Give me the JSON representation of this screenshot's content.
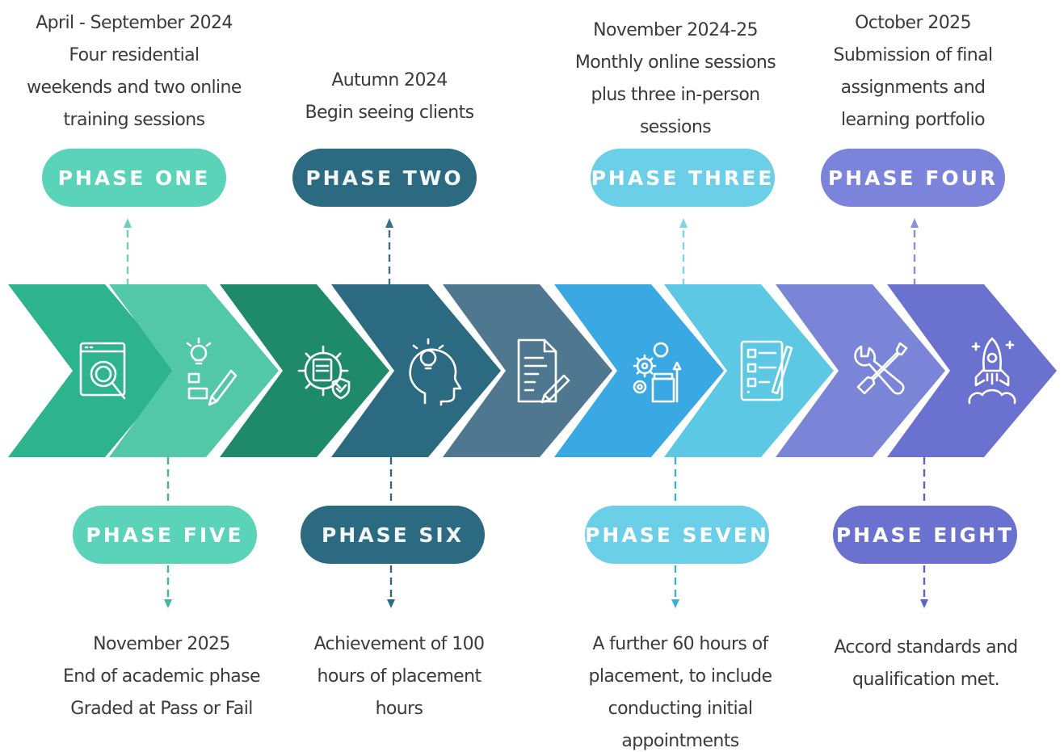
{
  "colors": {
    "chevrons": [
      "#2eb38f",
      "#53c8a8",
      "#1f8a6a",
      "#2c6a82",
      "#4f7890",
      "#3aa8e2",
      "#5cc8e4",
      "#7b85d8",
      "#6b71cf"
    ],
    "connectors": [
      "#6fd0c0",
      "#3d6f88",
      "#7fd4ea",
      "#8a90dc",
      "#3fb79c",
      "#2f6a80",
      "#3bb3d0",
      "#5b63c8"
    ]
  },
  "phases_top": [
    {
      "label": "PHASE ONE",
      "pill_color": "#5bd3b8",
      "dark": false,
      "description": [
        "April - September 2024",
        "Four residential",
        "weekends and two online",
        "training sessions"
      ]
    },
    {
      "label": "PHASE TWO",
      "pill_color": "#2c6a82",
      "dark": true,
      "description": [
        "Autumn 2024",
        "Begin seeing clients"
      ]
    },
    {
      "label": "PHASE THREE",
      "pill_color": "#6ccfe8",
      "dark": false,
      "description": [
        "November 2024-25",
        "Monthly online sessions",
        "plus three in-person",
        "sessions"
      ]
    },
    {
      "label": "PHASE FOUR",
      "pill_color": "#7c83db",
      "dark": false,
      "description": [
        "October 2025",
        "Submission of final",
        "assignments and",
        "learning portfolio"
      ]
    }
  ],
  "phases_bottom": [
    {
      "label": "PHASE FIVE",
      "pill_color": "#5bd3b8",
      "dark": false,
      "description": [
        "November 2025",
        "End of academic phase",
        "Graded at Pass or Fail"
      ]
    },
    {
      "label": "PHASE SIX",
      "pill_color": "#2c6a82",
      "dark": true,
      "description": [
        "Achievement of 100",
        "hours of placement",
        "hours"
      ]
    },
    {
      "label": "PHASE SEVEN",
      "pill_color": "#6ccfe8",
      "dark": false,
      "description": [
        "A further 60 hours of",
        "placement, to include",
        "conducting initial",
        "appointments"
      ]
    },
    {
      "label": "PHASE EIGHT",
      "pill_color": "#6b71cf",
      "dark": false,
      "description": [
        "Accord standards and",
        "qualification met."
      ]
    }
  ],
  "icons": [
    "search-window-icon",
    "idea-pencil-icon",
    "gear-shield-icon",
    "head-idea-icon",
    "document-edit-icon",
    "presentation-gear-icon",
    "checklist-icon",
    "tools-icon",
    "rocket-icon"
  ]
}
